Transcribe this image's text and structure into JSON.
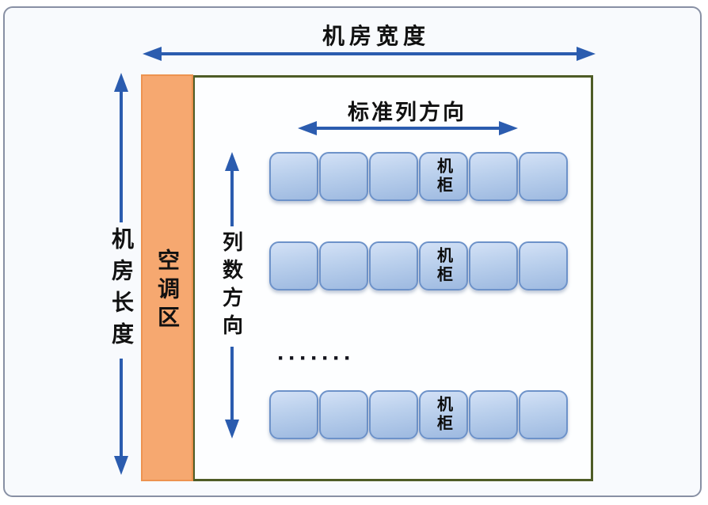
{
  "diagram": {
    "top_width_label": "机房宽度",
    "left_length_label": "机房长度",
    "ac_zone_label": "空调区",
    "standard_row_direction_label": "标准列方向",
    "row_count_direction_label": "列数方向",
    "ellipsis": "·······",
    "rows": [
      {
        "cabinets": [
          "",
          "",
          "",
          "机柜",
          "",
          ""
        ]
      },
      {
        "cabinets": [
          "",
          "",
          "",
          "机柜",
          "",
          ""
        ]
      },
      {
        "cabinets": [
          "",
          "",
          "",
          "机柜",
          "",
          ""
        ]
      }
    ],
    "colors": {
      "arrow_blue": "#2B5CAF",
      "ac_zone_fill": "#F6A870",
      "ac_zone_border": "#ED9350",
      "room_border": "#4E5C26",
      "cabinet_fill_top": "#D3E1F6",
      "cabinet_fill_bottom": "#9DB9E0",
      "cabinet_border": "#6D92C9",
      "frame_border": "#8890A4",
      "background": "#F8FAFD"
    }
  }
}
